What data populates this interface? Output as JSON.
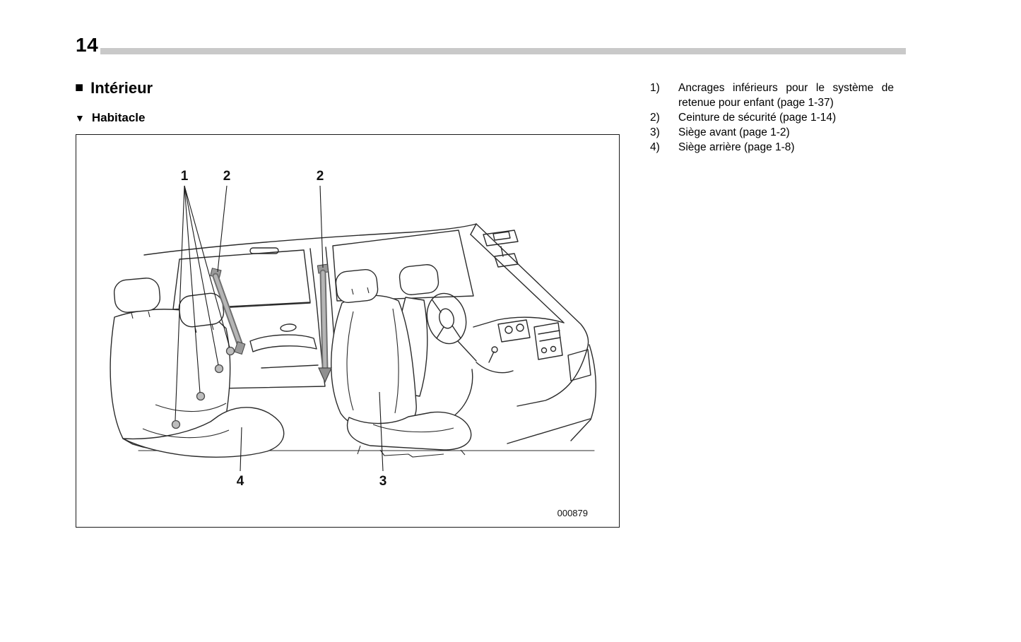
{
  "page": {
    "number": "14"
  },
  "section": {
    "marker": "■",
    "title": "Intérieur"
  },
  "subsection": {
    "marker": "▼",
    "title": "Habitacle"
  },
  "figure": {
    "code": "000879",
    "callout_1": "1",
    "callout_2a": "2",
    "callout_2b": "2",
    "callout_3": "3",
    "callout_4": "4"
  },
  "legend": {
    "items": [
      {
        "num": "1)",
        "text": "Ancrages inférieurs pour le système de retenue pour enfant (page 1-37)"
      },
      {
        "num": "2)",
        "text": "Ceinture de sécurité (page 1-14)"
      },
      {
        "num": "3)",
        "text": "Siège avant (page 1-2)"
      },
      {
        "num": "4)",
        "text": "Siège arrière (page 1-8)"
      }
    ]
  }
}
